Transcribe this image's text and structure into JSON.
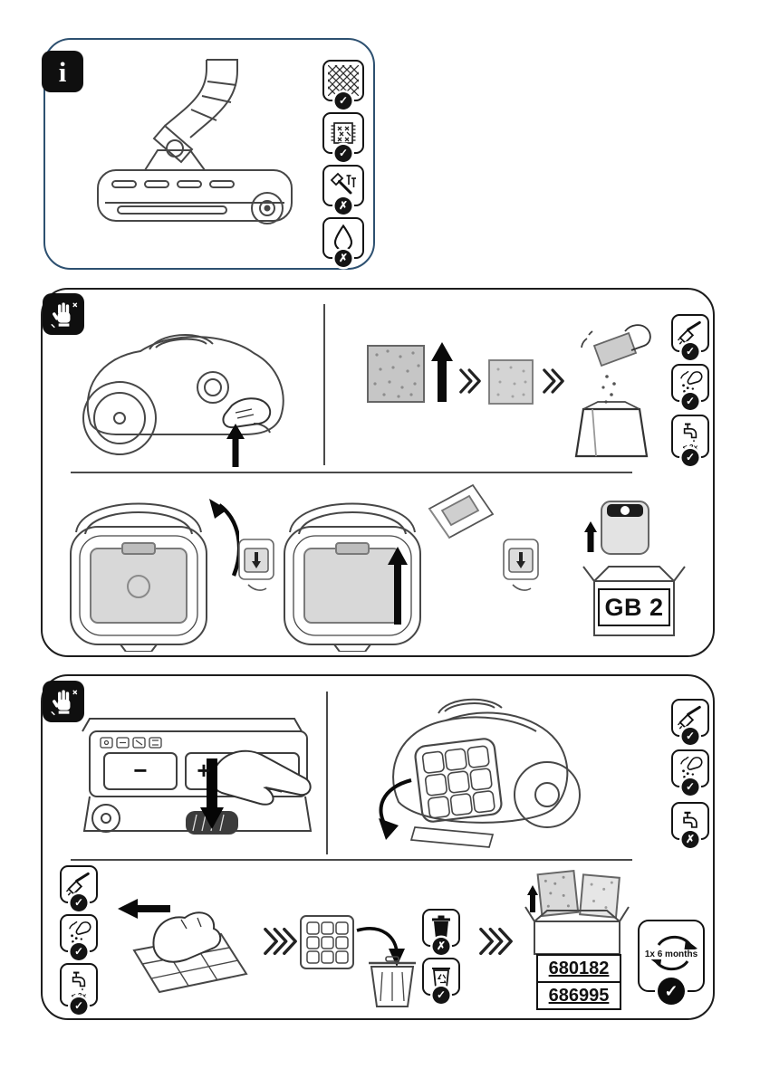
{
  "info_panel": {
    "badge_label": "i",
    "surface_icons": [
      {
        "name": "carpet-icon",
        "mark": "✓"
      },
      {
        "name": "rug-icon",
        "mark": "✓"
      },
      {
        "name": "nails-icon",
        "mark": "✗"
      },
      {
        "name": "liquids-icon",
        "mark": "✗"
      }
    ]
  },
  "dustbag_section": {
    "badge_icon": "gloves-icon",
    "care_icons": [
      {
        "name": "brush-clean-icon",
        "mark": "✓"
      },
      {
        "name": "shake-out-icon",
        "mark": "✓"
      },
      {
        "name": "rinse-tap-icon",
        "label": "< 3x",
        "mark": "✓"
      }
    ],
    "replacement_box_label": "GB 2"
  },
  "filter_section": {
    "badge_icon": "gloves-icon",
    "care_icons": [
      {
        "name": "brush-clean-icon",
        "mark": "✓"
      },
      {
        "name": "shake-out-icon",
        "mark": "✓"
      },
      {
        "name": "rinse-tap-icon",
        "mark": "✗"
      }
    ],
    "cleaning_icons": [
      {
        "name": "brush-clean-icon",
        "mark": "✓"
      },
      {
        "name": "shake-out-icon",
        "mark": "✓"
      },
      {
        "name": "rinse-tap-icon",
        "label": "< 3x",
        "mark": "✓"
      }
    ],
    "control_panel": {
      "minus_label": "−",
      "plus_label": "+"
    },
    "disposal_icons": [
      {
        "name": "trash-bin-icon",
        "mark": "✗"
      },
      {
        "name": "recycle-bin-icon",
        "mark": "✓"
      }
    ],
    "spare_part_numbers": [
      "680182",
      "686995"
    ],
    "replacement_interval": "1x 6 months"
  }
}
